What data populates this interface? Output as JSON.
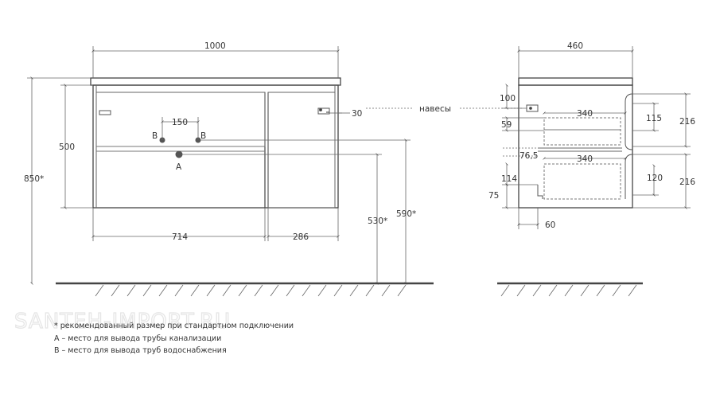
{
  "front_view": {
    "width": "1000",
    "height_body": "500",
    "height_total": "850*",
    "left_section_width": "714",
    "right_section_width": "286",
    "tap_spacing": "150",
    "label_b_left": "B",
    "label_b_right": "B",
    "label_a": "A",
    "hinge_offset": "30",
    "drain_height": "530*",
    "water_height": "590*"
  },
  "side_view": {
    "depth": "460",
    "hinge_top": "100",
    "shelf_upper_depth": "340",
    "shelf_lower_depth": "340",
    "upper_drawer_offset": "59",
    "upper_drawer_height": "115",
    "upper_section": "216",
    "lower_section": "216",
    "drawer_gap": "76,5",
    "lower_offset": "114",
    "lower_drawer_height": "120",
    "bottom_offset": "75",
    "back_offset": "60"
  },
  "callout": {
    "hinges_label": "навесы"
  },
  "notes": [
    "* рекомендованный размер при стандартном подключении",
    "А – место для вывода трубы канализации",
    "В – место для вывода труб водоснабжения"
  ],
  "watermark": "SANTEH-IMPORT.RU"
}
